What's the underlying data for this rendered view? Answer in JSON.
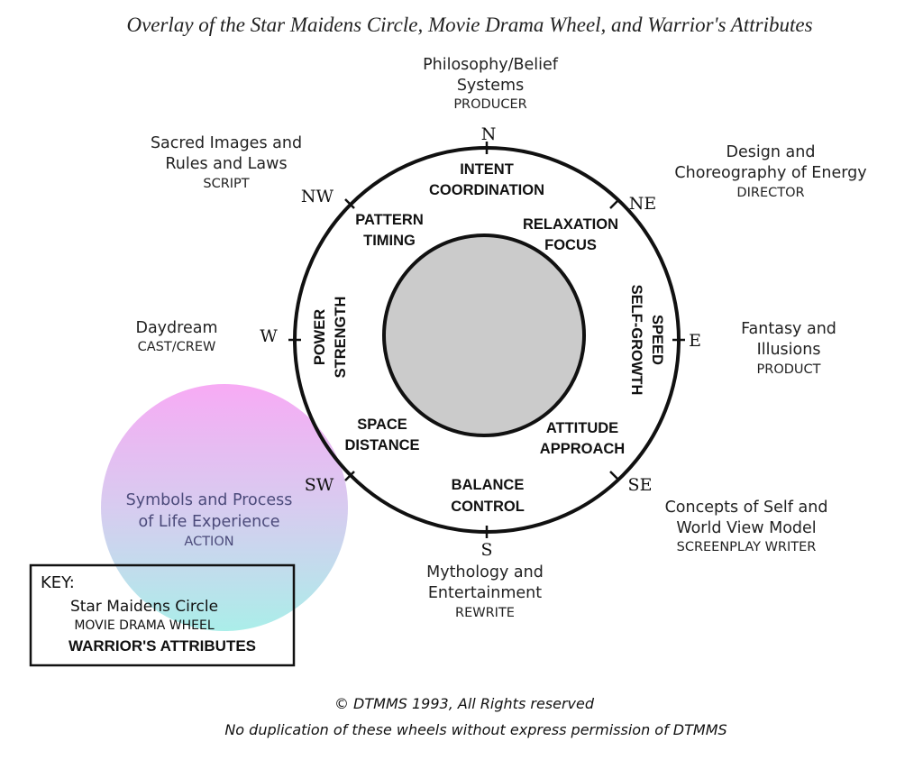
{
  "title": "Overlay of the Star Maidens Circle, Movie Drama Wheel, and Warrior's Attributes",
  "directions": {
    "n": "N",
    "ne": "NE",
    "e": "E",
    "se": "SE",
    "s": "S",
    "sw": "SW",
    "w": "W",
    "nw": "NW"
  },
  "outer": {
    "n": {
      "line1": "Philosophy/Belief",
      "line2": "Systems",
      "role": "PRODUCER"
    },
    "ne": {
      "line1": "Design and",
      "line2": "Choreography of Energy",
      "role": "DIRECTOR"
    },
    "e": {
      "line1": "Fantasy and",
      "line2": "Illusions",
      "role": "PRODUCT"
    },
    "se": {
      "line1": "Concepts of Self and",
      "line2": "World View Model",
      "role": "SCREENPLAY WRITER"
    },
    "s": {
      "line1": "Mythology and",
      "line2": "Entertainment",
      "role": "REWRITE"
    },
    "sw": {
      "line1": "Symbols and Process",
      "line2": "of Life Experience",
      "role": "ACTION"
    },
    "w": {
      "line1": "Daydream",
      "role": "CAST/CREW"
    },
    "nw": {
      "line1": "Sacred Images and",
      "line2": "Rules and Laws",
      "role": "SCRIPT"
    }
  },
  "attributes": {
    "n": [
      "INTENT",
      "COORDINATION"
    ],
    "ne": [
      "RELAXATION",
      "FOCUS"
    ],
    "e": [
      "SPEED",
      "SELF-GROWTH"
    ],
    "se": [
      "ATTITUDE",
      "APPROACH"
    ],
    "s": [
      "BALANCE",
      "CONTROL"
    ],
    "sw": [
      "SPACE",
      "DISTANCE"
    ],
    "w": [
      "POWER",
      "STRENGTH"
    ],
    "nw": [
      "PATTERN",
      "TIMING"
    ]
  },
  "key": {
    "heading": "KEY:",
    "star_maidens": "Star Maidens Circle",
    "movie_drama": "MOVIE DRAMA WHEEL",
    "warriors": "WARRIOR'S ATTRIBUTES"
  },
  "footer": {
    "copyright": "© DTMMS 1993, All Rights reserved",
    "notice": "No duplication of these wheels without express permission of DTMMS"
  },
  "colors": {
    "ring": "#111111",
    "inner_fill": "#cccccc",
    "highlight_top": "#f7a8f5",
    "highlight_bottom": "#a8ecea"
  }
}
